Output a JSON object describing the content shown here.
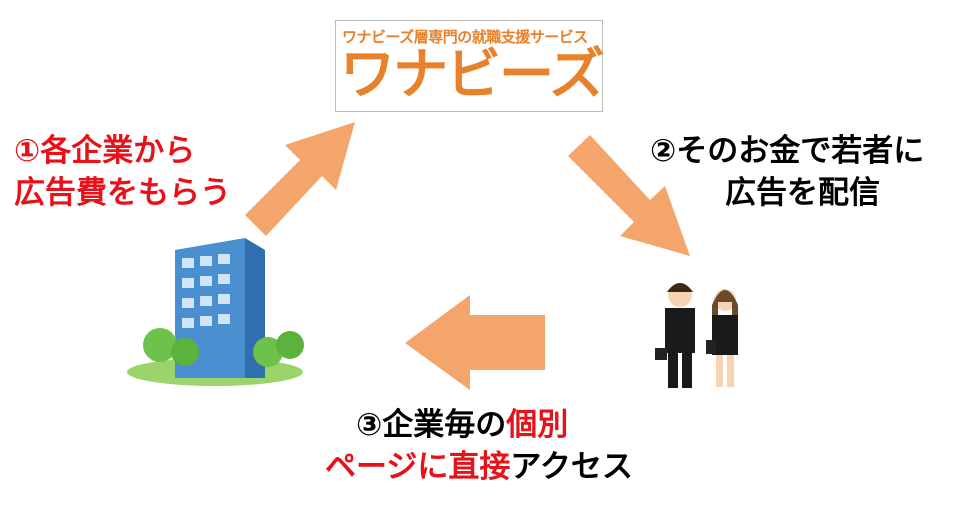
{
  "logo": {
    "subtitle": "ワナビーズ層専門の就職支援サービス",
    "name": "ワナビーズ"
  },
  "steps": {
    "step1": {
      "line1": "①各企業から",
      "line2": "広告費をもらう"
    },
    "step2": {
      "line1": "②そのお金で若者に",
      "line2": "広告を配信"
    },
    "step3": {
      "line1_a": "③企業毎の",
      "line1_b": "個別",
      "line2_a": "ページに直接",
      "line2_b": "アクセス"
    }
  },
  "colors": {
    "arrow": "#f4a56c",
    "accent": "#e8111a",
    "logo": "#e8812a"
  }
}
